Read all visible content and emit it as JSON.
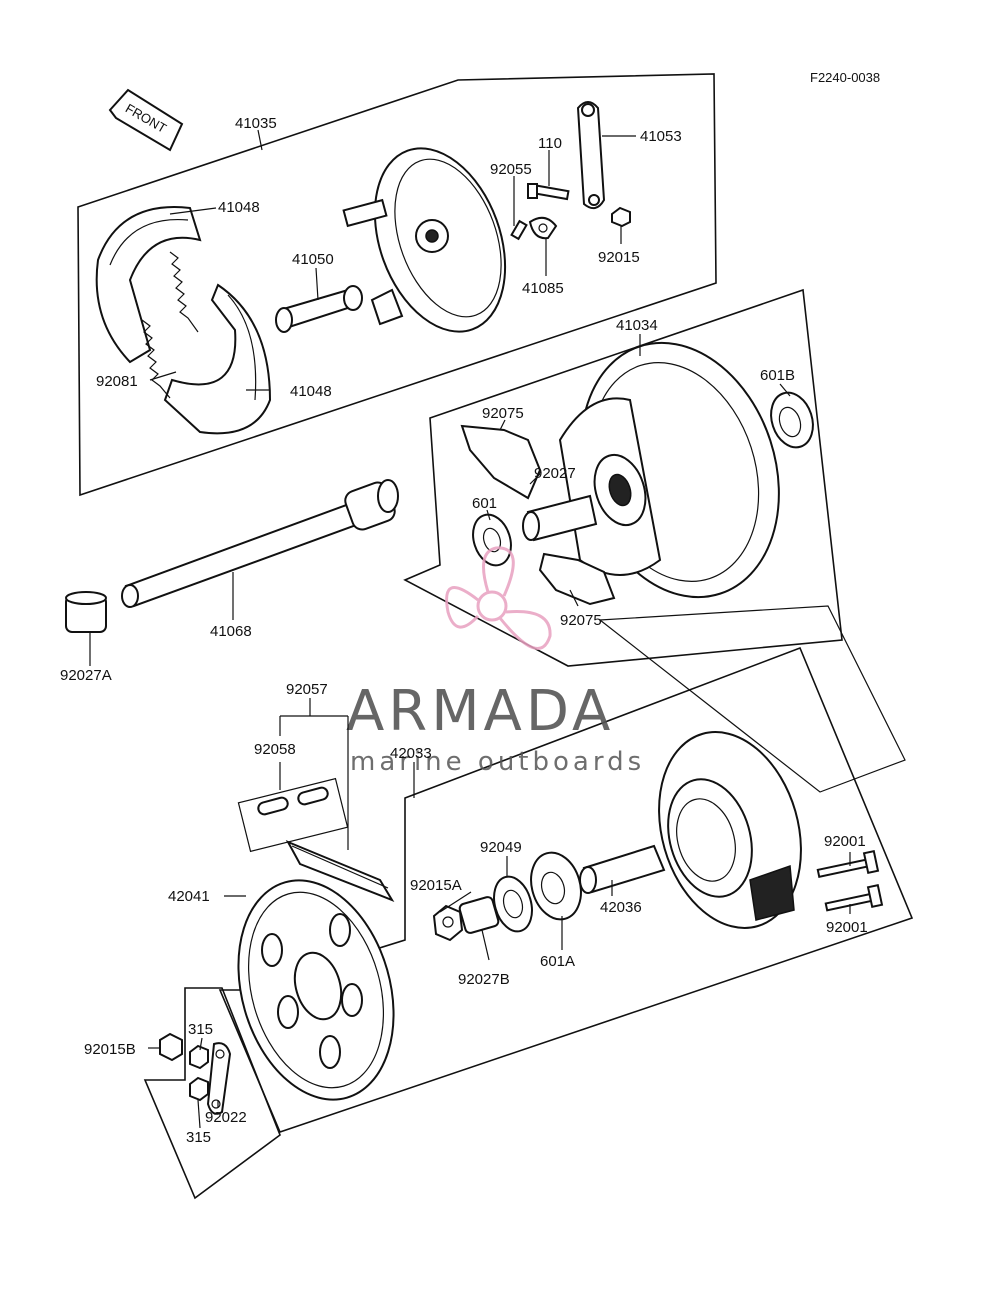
{
  "diagram_code": "F2240-0038",
  "front_label": "FRONT",
  "watermark": {
    "name": "ARMADA",
    "tagline": "marine outboards",
    "accent_color": "#e8a0c0"
  },
  "parts": {
    "p41035": "41035",
    "p41048a": "41048",
    "p41048b": "41048",
    "p41050": "41050",
    "p92081": "92081",
    "p92055": "92055",
    "p110": "110",
    "p41053": "41053",
    "p92015": "92015",
    "p41085": "41085",
    "p41034": "41034",
    "p601B": "601B",
    "p92075a": "92075",
    "p92027": "92027",
    "p601": "601",
    "p92075b": "92075",
    "p41068": "41068",
    "p92027A": "92027A",
    "p92057": "92057",
    "p92058": "92058",
    "p42033": "42033",
    "p42041": "42041",
    "p92049": "92049",
    "p92015A": "92015A",
    "p42036": "42036",
    "p92001a": "92001",
    "p92001b": "92001",
    "p92027B": "92027B",
    "p601A": "601A",
    "p315a": "315",
    "p92015B": "92015B",
    "p92022": "92022",
    "p315b": "315"
  }
}
